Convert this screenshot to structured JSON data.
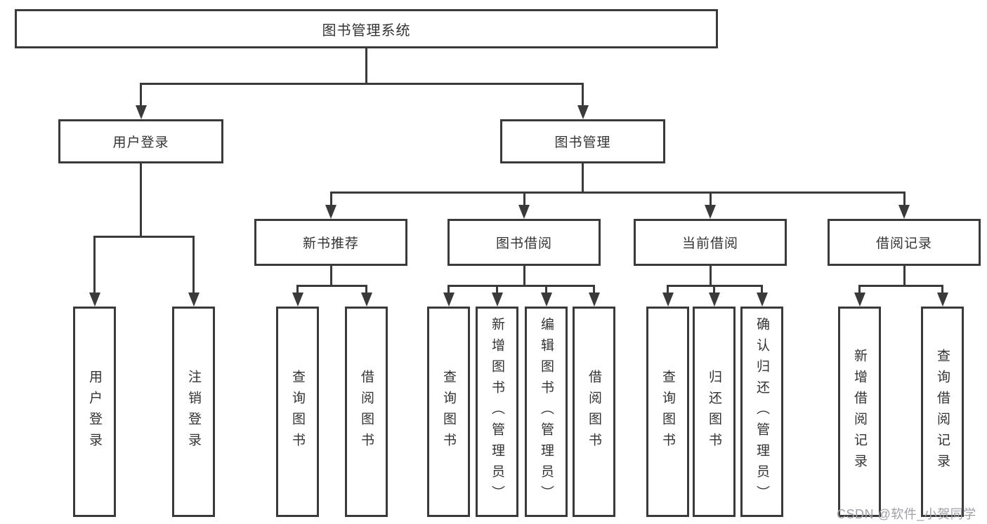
{
  "root": {
    "label": "图书管理系统"
  },
  "level2": {
    "user_login": "用户登录",
    "book_management": "图书管理"
  },
  "level3": {
    "new_book_recommend": "新书推荐",
    "book_borrow": "图书借阅",
    "current_borrow": "当前借阅",
    "borrow_records": "借阅记录"
  },
  "leaves": {
    "user_login": "用户登录",
    "logout": "注销登录",
    "nb_query_books": "查询图书",
    "nb_borrow_books": "借阅图书",
    "bb_query_books": "查询图书",
    "bb_add_book_admin": "新增图书（管理员）",
    "bb_edit_book_admin": "编辑图书（管理员）",
    "bb_borrow_books": "借阅图书",
    "cb_query_books": "查询图书",
    "cb_return_book": "归还图书",
    "cb_confirm_return_admin": "确认归还（管理员）",
    "br_add_record": "新增借阅记录",
    "br_query_record": "查询借阅记录"
  },
  "watermark": "CSDN @软件_小贺同学",
  "colors": {
    "line": "#3a3a3a",
    "text": "#333333",
    "bg": "#ffffff",
    "watermark": "#a0a0a8"
  }
}
